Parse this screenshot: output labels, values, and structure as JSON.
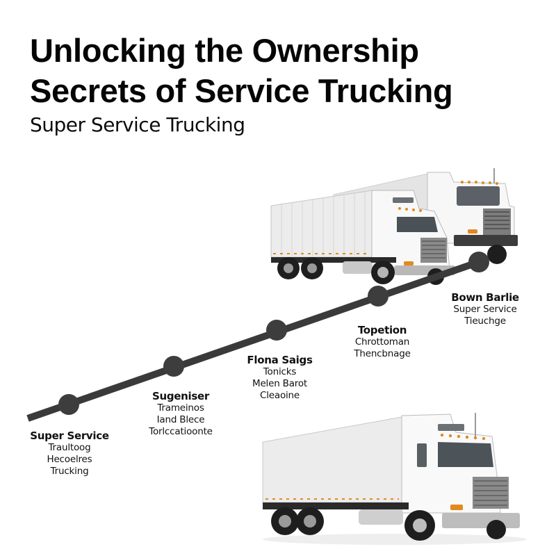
{
  "header": {
    "title_line_1": "Unlocking the Ownership",
    "title_line_2": "Secrets of Service Trucking",
    "subtitle": "Super Service Trucking"
  },
  "timeline": {
    "line_color": "#3a3a3a",
    "dot_color": "#3d3d3d",
    "milestones": [
      {
        "title": "Super Service",
        "lines": [
          "Traultoog",
          "Hecoelres",
          "Trucking"
        ]
      },
      {
        "title": "Sugeniser",
        "lines": [
          "Trameinos",
          "Iand Blece",
          "Torlccatioonte"
        ]
      },
      {
        "title": "Flona Saigs",
        "lines": [
          "Tonicks",
          "Melen Barot",
          "Cleaoine"
        ]
      },
      {
        "title": "Topetion",
        "lines": [
          "Chrottoman",
          "Thencbnage"
        ]
      },
      {
        "title": "Bown Barlie",
        "lines": [
          "Super Service",
          "Tieuchge"
        ]
      }
    ]
  },
  "images": {
    "top_trucks": "two-white-semi-box-trucks",
    "bottom_truck": "white-semi-box-truck"
  },
  "colors": {
    "truck_body": "#f2f2f2",
    "truck_trailer": "#e6e6e6",
    "amber_lights": "#e08a1e",
    "tires": "#1e1e1e"
  }
}
